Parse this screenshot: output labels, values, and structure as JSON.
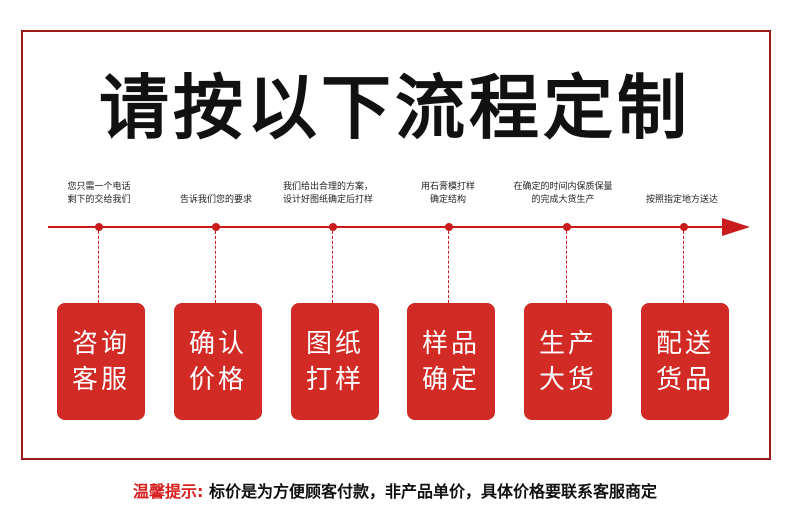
{
  "title": "请按以下流程定制",
  "steps": [
    {
      "desc1": "您只需一个电话",
      "desc2": "剩下的交给我们",
      "line1": "咨询",
      "line2": "客服"
    },
    {
      "desc1": "告诉我们您的要求",
      "desc2": "",
      "line1": "确认",
      "line2": "价格"
    },
    {
      "desc1": "我们给出合理的方案，",
      "desc2": "设计好图纸确定后打样",
      "line1": "图纸",
      "line2": "打样"
    },
    {
      "desc1": "用石膏模打样",
      "desc2": "确定结构",
      "line1": "样品",
      "line2": "确定"
    },
    {
      "desc1": "在确定的时间内保质保量",
      "desc2": "的完成大货生产",
      "line1": "生产",
      "line2": "大货"
    },
    {
      "desc1": "按照指定地方送达",
      "desc2": "",
      "line1": "配送",
      "line2": "货品"
    }
  ],
  "notice": {
    "label": "温馨提示:",
    "text": " 标价是为方便顾客付款，非产品单价，具体价格要联系客服商定"
  },
  "colors": {
    "accent": "#d22a25",
    "frame": "#9b1b1b",
    "text": "#111111"
  }
}
